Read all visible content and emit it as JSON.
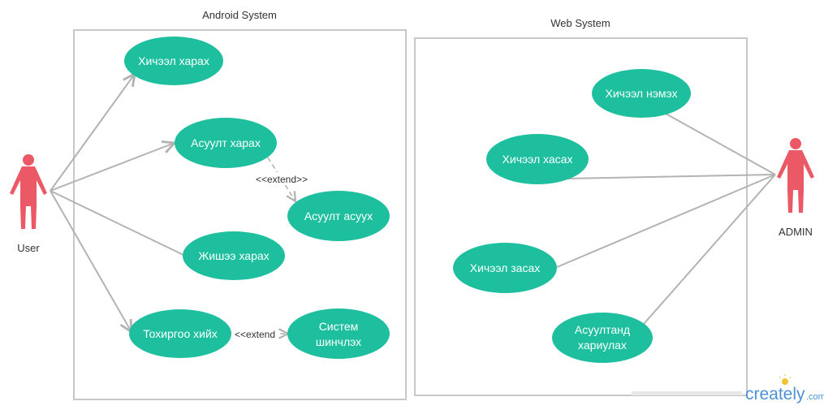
{
  "colors": {
    "usecase": "#1dbf9f",
    "actor": "#ec5966",
    "edge": "#b3b3b3",
    "boundary": "#c8c8c8",
    "watermark": "#4c92d8",
    "watermark_bulb": "#f2c230"
  },
  "systems": {
    "android": {
      "title": "Android System"
    },
    "web": {
      "title": "Web System"
    }
  },
  "actors": {
    "user": {
      "label": "User"
    },
    "admin": {
      "label": "ADMIN"
    }
  },
  "usecases": {
    "view_lesson": {
      "lines": [
        "Хичээл харах"
      ]
    },
    "view_question": {
      "lines": [
        "Асуулт харах"
      ]
    },
    "ask_question": {
      "lines": [
        "Асуулт асуух"
      ]
    },
    "view_example": {
      "lines": [
        "Жишээ харах"
      ]
    },
    "settings": {
      "lines": [
        "Тохиргоо хийх"
      ]
    },
    "system_update": {
      "lines": [
        "Систем",
        "шинчлэх"
      ]
    },
    "add_lesson": {
      "lines": [
        "Хичээл нэмэх"
      ]
    },
    "delete_lesson": {
      "lines": [
        "Хичээл хасах"
      ]
    },
    "edit_lesson": {
      "lines": [
        "Хичээл засах"
      ]
    },
    "answer_question": {
      "lines": [
        "Асуултанд",
        "хариулах"
      ]
    }
  },
  "relations": {
    "extend_1": "<<extend>>",
    "extend_2": "<<extend"
  },
  "watermark": {
    "text": "creately",
    "suffix": ".com"
  }
}
